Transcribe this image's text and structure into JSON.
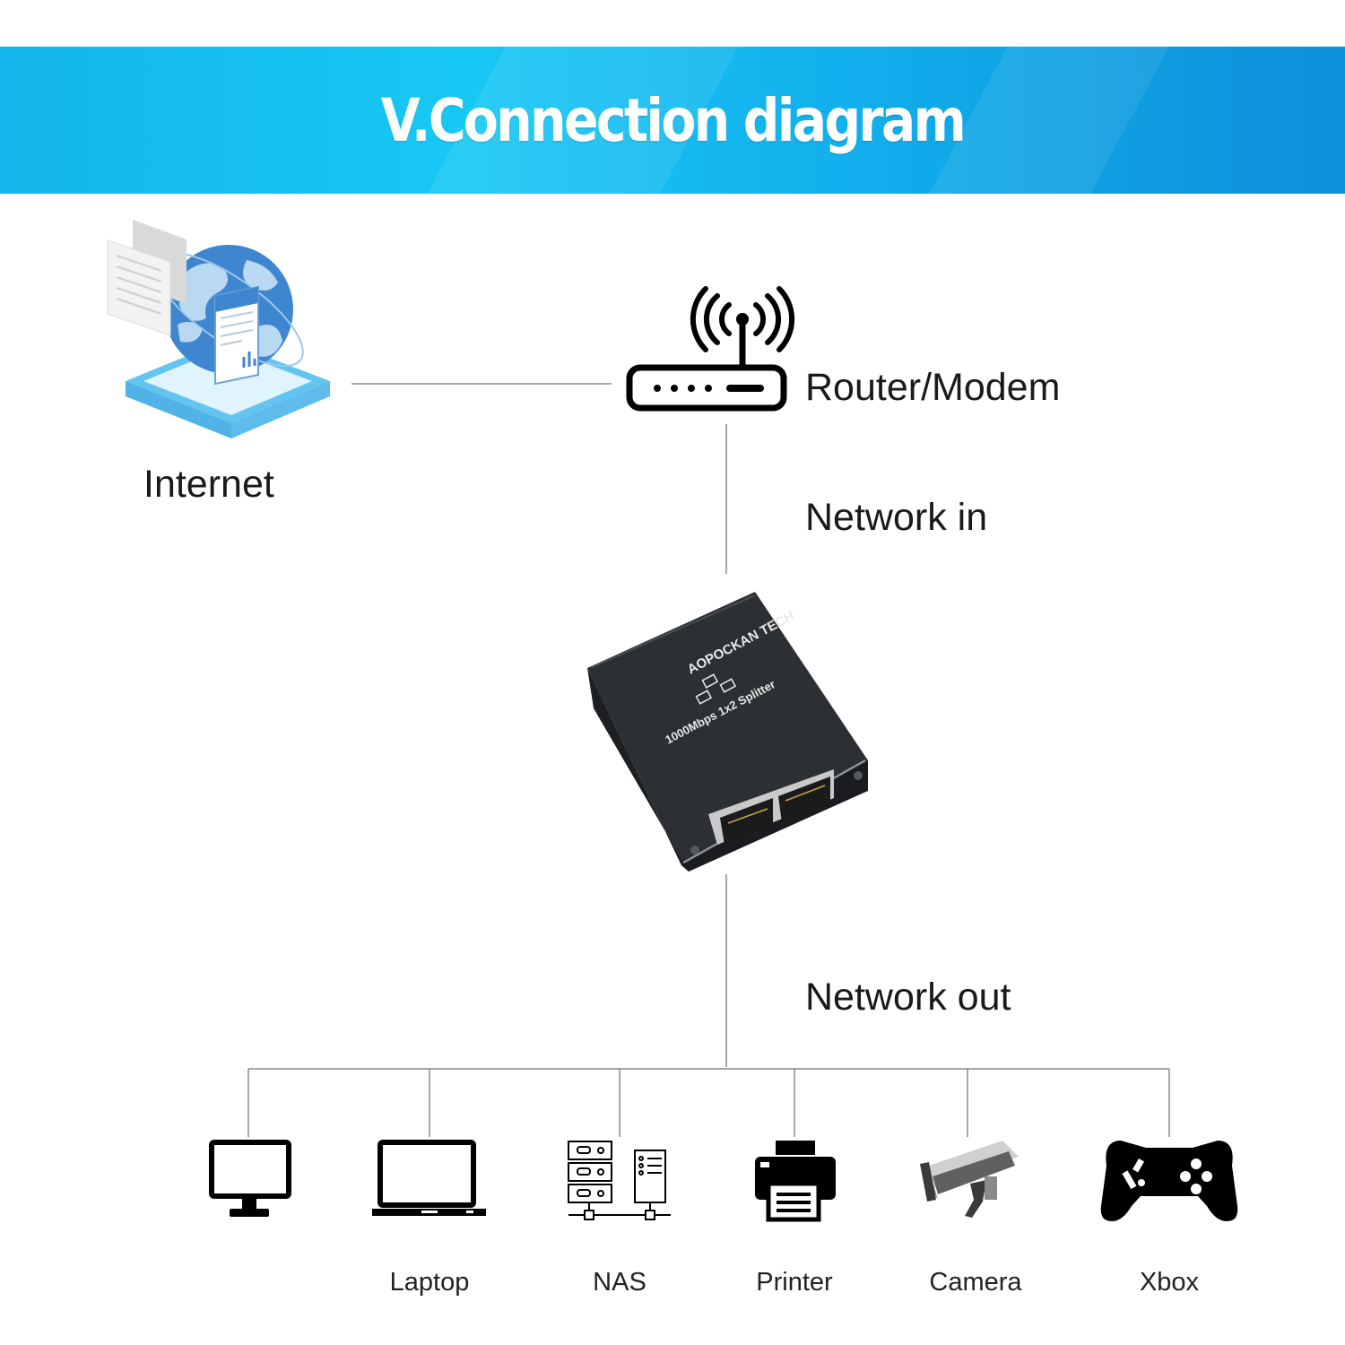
{
  "header": {
    "title": "V.Connection diagram"
  },
  "nodes": {
    "internet": {
      "label": "Internet",
      "icon": "globe-document-icon"
    },
    "router": {
      "label": "Router/Modem",
      "icon": "router-icon"
    },
    "splitter": {
      "brand_text": "AOPOCKAN TECH",
      "model_text": "1000Mbps 1x2 Splitter",
      "icon": "ethernet-splitter-device"
    }
  },
  "links": {
    "network_in": "Network in",
    "network_out": "Network out"
  },
  "devices": [
    {
      "label": "",
      "icon": "monitor-icon"
    },
    {
      "label": "Laptop",
      "icon": "laptop-icon"
    },
    {
      "label": "NAS",
      "icon": "nas-server-icon"
    },
    {
      "label": "Printer",
      "icon": "printer-icon"
    },
    {
      "label": "Camera",
      "icon": "security-camera-icon"
    },
    {
      "label": "Xbox",
      "icon": "gamepad-icon"
    }
  ],
  "colors": {
    "banner_start": "#13b6ea",
    "banner_end": "#0d8fd9",
    "globe_blue": "#3f86d0",
    "device_body": "#2c2f33"
  }
}
